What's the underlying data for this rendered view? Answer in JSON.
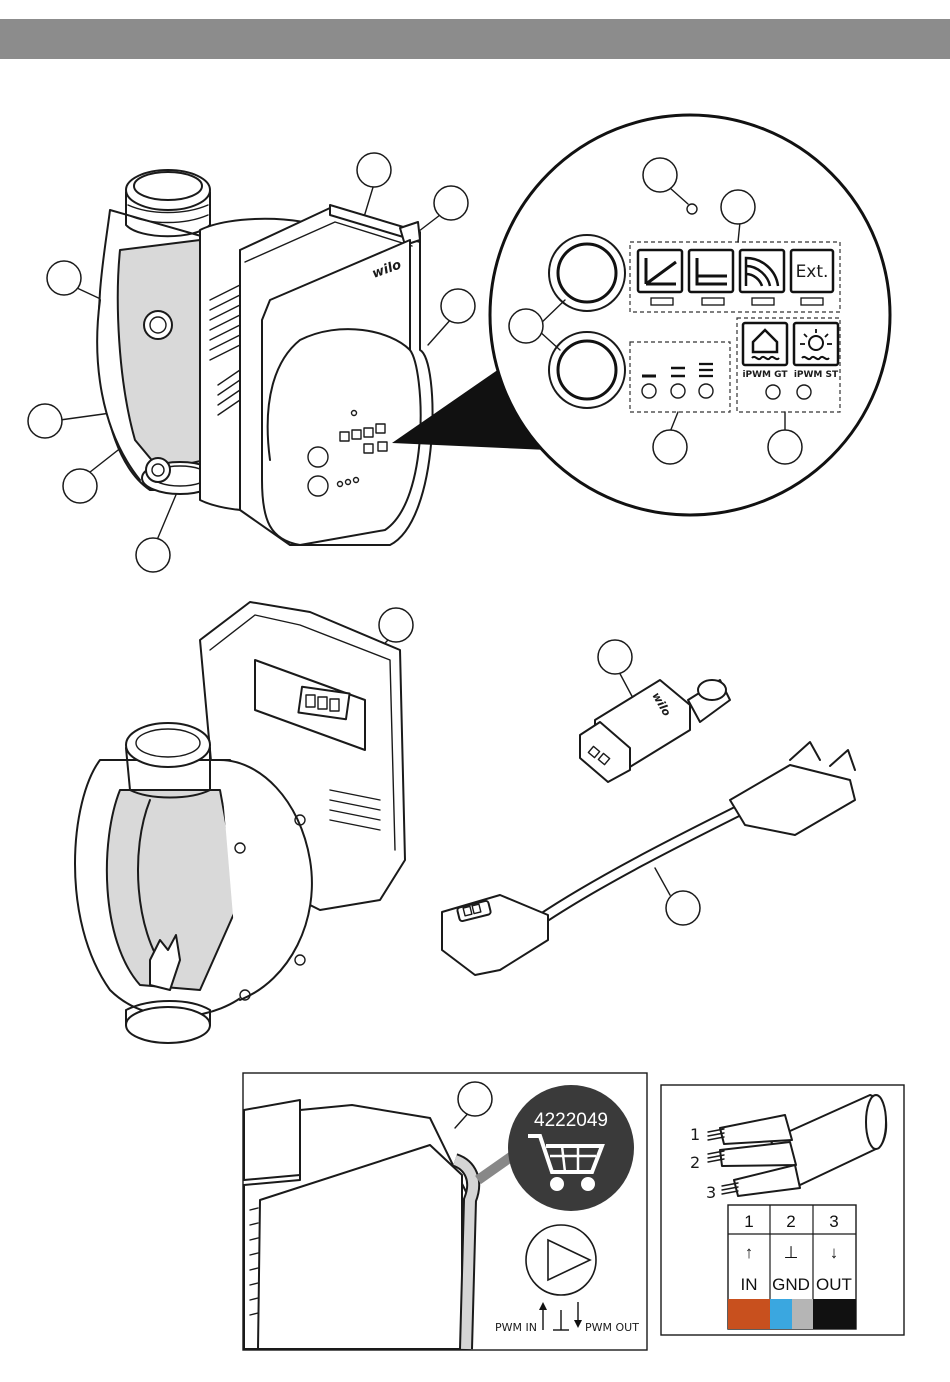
{
  "header": {
    "color": "#8c8c8c"
  },
  "pump_top": {
    "brand": "wilo"
  },
  "panel": {
    "mode_icons": [
      "line-curve-icon",
      "flat-curve-icon",
      "radiator-curve-icon"
    ],
    "ext_label": "Ext.",
    "ipwm_gt": "iPWM GT",
    "ipwm_st": "iPWM ST"
  },
  "connector": {
    "brand": "wilo"
  },
  "accessory": {
    "article_number": "4222049"
  },
  "pwm_diagram": {
    "in_label": "PWM IN",
    "out_label": "PWM OUT"
  },
  "wires": {
    "labels": [
      "1",
      "2",
      "3"
    ]
  },
  "pin_table": {
    "numbers": [
      "1",
      "2",
      "3"
    ],
    "arrows": [
      "↑",
      "⊥",
      "↓"
    ],
    "names": [
      "IN",
      "GND",
      "OUT"
    ],
    "colors": [
      "#c8501e",
      "#3aa7e0",
      "#b5b5b5",
      "#111111"
    ]
  }
}
